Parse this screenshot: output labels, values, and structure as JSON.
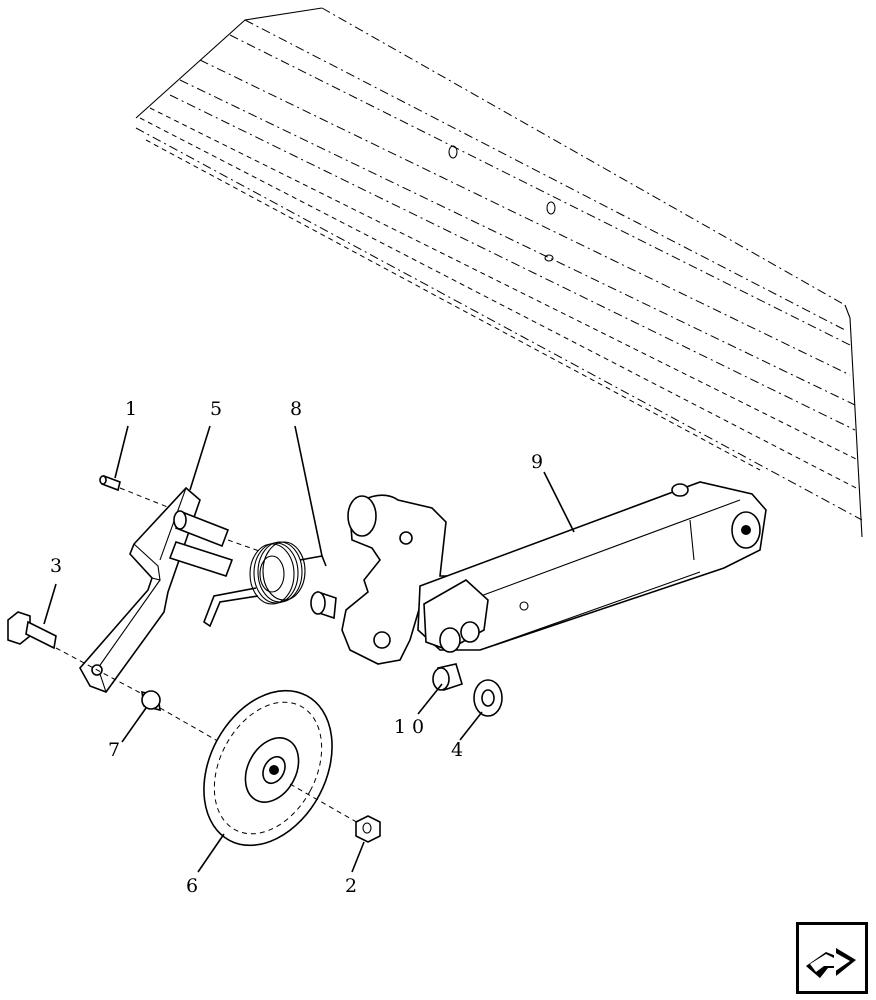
{
  "callouts": [
    {
      "id": "callout-1",
      "label": "1"
    },
    {
      "id": "callout-5",
      "label": "5"
    },
    {
      "id": "callout-8",
      "label": "8"
    },
    {
      "id": "callout-9",
      "label": "9"
    },
    {
      "id": "callout-3",
      "label": "3"
    },
    {
      "id": "callout-7",
      "label": "7"
    },
    {
      "id": "callout-10",
      "label": "1 0"
    },
    {
      "id": "callout-4",
      "label": "4"
    },
    {
      "id": "callout-6",
      "label": "6"
    },
    {
      "id": "callout-2",
      "label": "2"
    }
  ],
  "nav": {
    "icon": "next-page-arrow-icon"
  }
}
